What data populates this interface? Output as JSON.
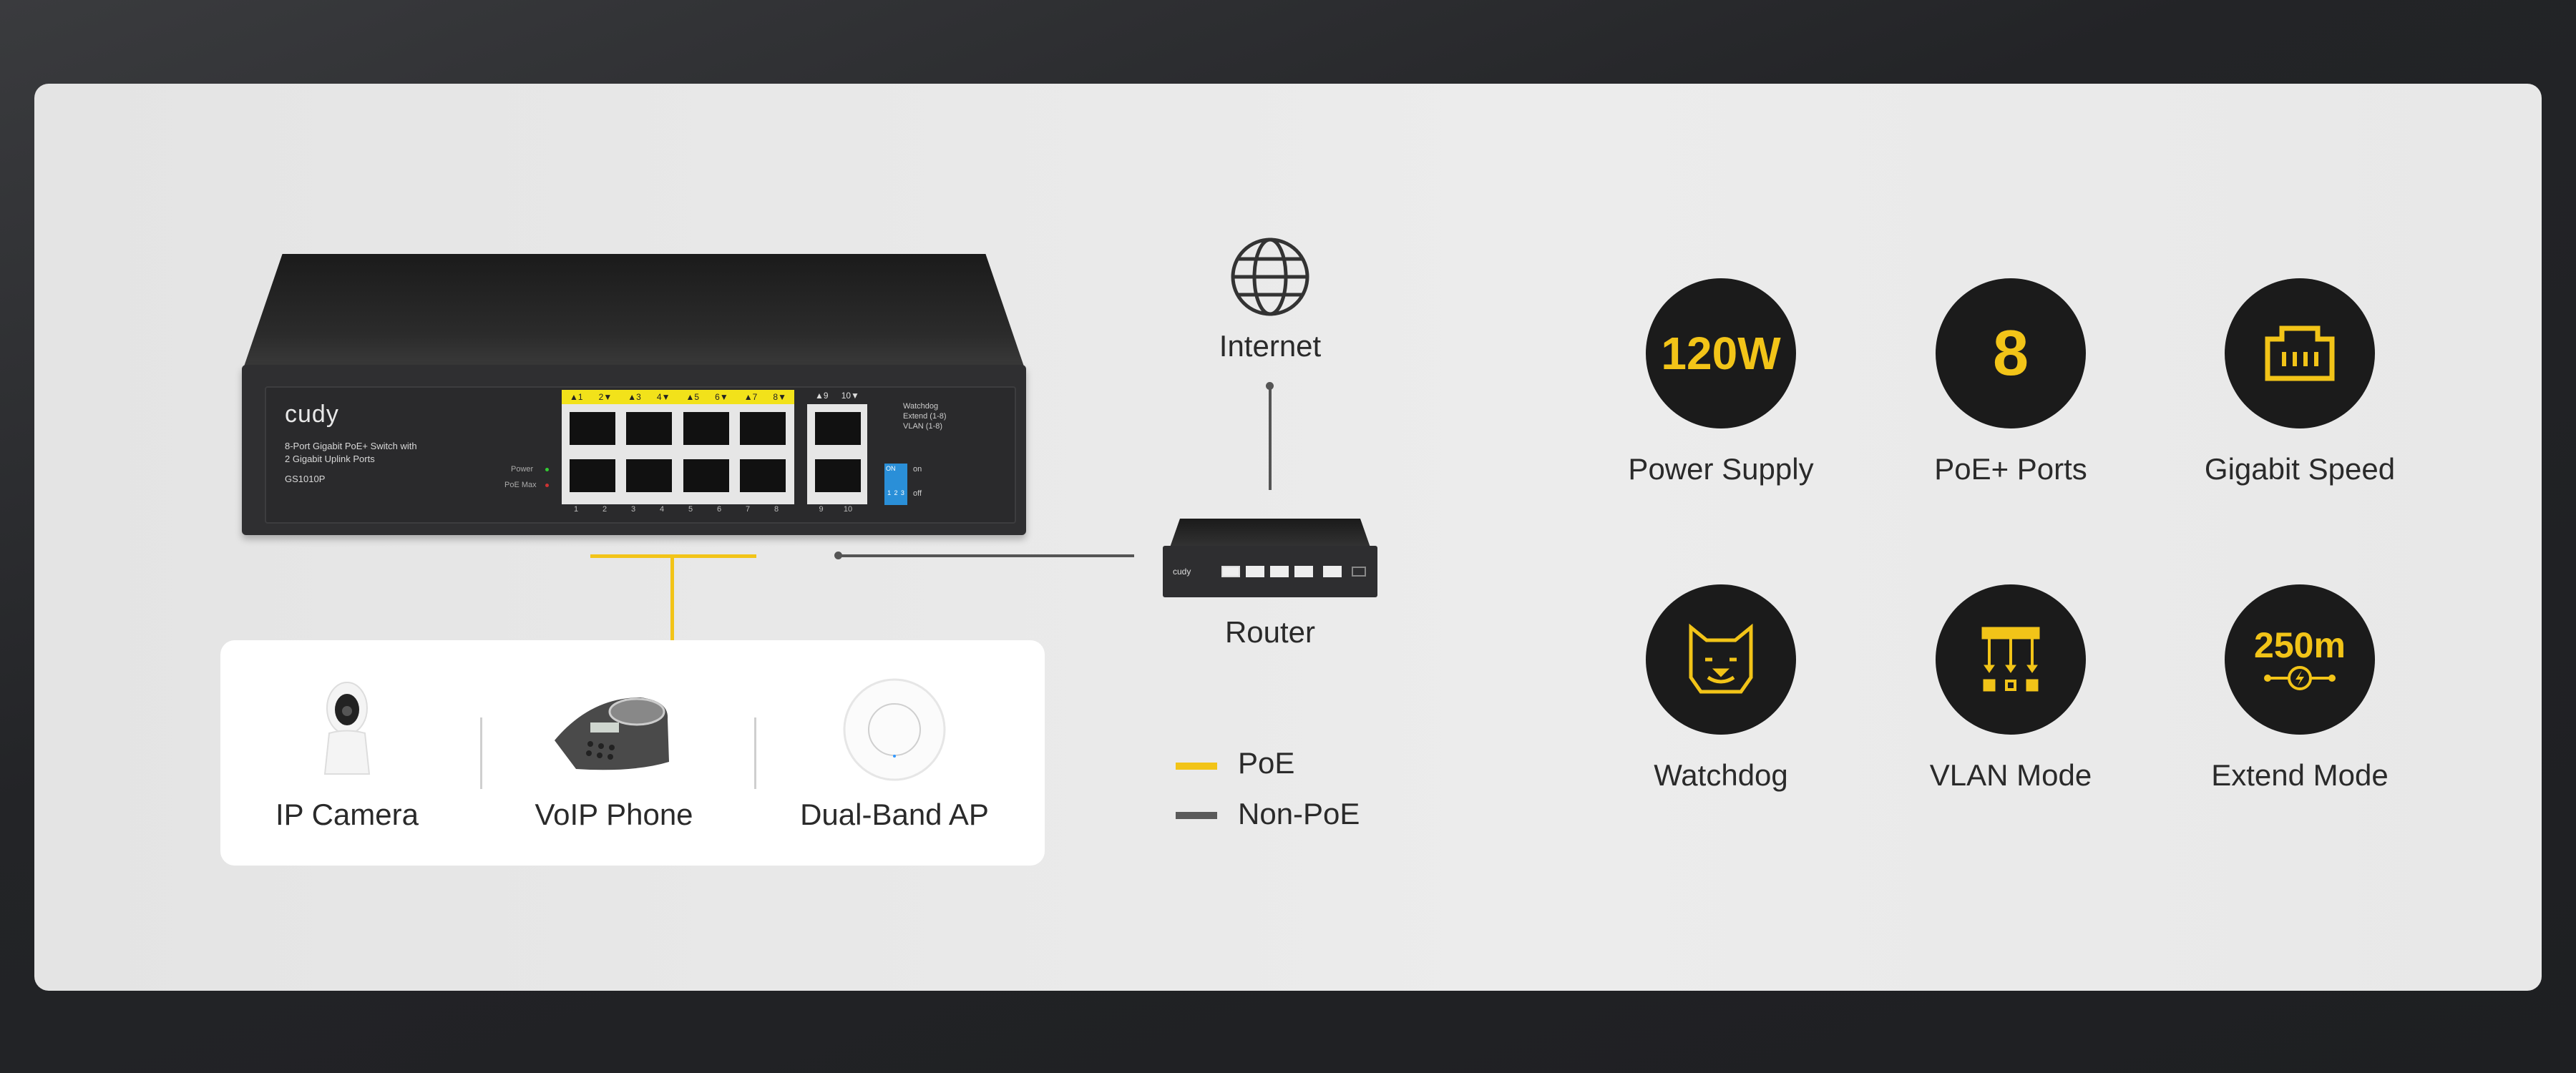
{
  "colors": {
    "poe": "#f2c418",
    "non_poe": "#5a5a5a",
    "feature_bg": "#1b1b1b"
  },
  "switch": {
    "brand": "cudy",
    "description_line1": "8-Port Gigabit PoE+ Switch with",
    "description_line2": "2 Gigabit Uplink Ports",
    "model": "GS1010P",
    "led_power": "Power",
    "led_poe_max": "PoE Max",
    "poe_port_labels": [
      "▲1",
      "2▼",
      "▲3",
      "4▼",
      "▲5",
      "6▼",
      "▲7",
      "8▼"
    ],
    "uplink_port_labels": [
      "▲9",
      "10▼"
    ],
    "bottom_port_numbers": [
      "1",
      "2",
      "3",
      "4",
      "5",
      "6",
      "7",
      "8",
      "9",
      "10"
    ],
    "dip_labels": [
      "Watchdog",
      "Extend (1-8)",
      "VLAN (1-8)"
    ],
    "dip_on": "ON",
    "dip_on_label": "on",
    "dip_off_label": "off",
    "dip_numbers": [
      "1",
      "2",
      "3"
    ]
  },
  "internet": {
    "label": "Internet",
    "icon": "globe-icon"
  },
  "router": {
    "label": "Router",
    "brand": "cudy"
  },
  "devices": [
    {
      "label": "IP Camera",
      "icon": "ip-camera-icon"
    },
    {
      "label": "VoIP Phone",
      "icon": "voip-phone-icon"
    },
    {
      "label": "Dual-Band AP",
      "icon": "access-point-icon"
    }
  ],
  "legend": [
    {
      "label": "PoE"
    },
    {
      "label": "Non-PoE"
    }
  ],
  "features": [
    {
      "value": "120W",
      "label": "Power Supply"
    },
    {
      "value": "8",
      "label": "PoE+ Ports"
    },
    {
      "value": "",
      "label": "Gigabit Speed",
      "icon": "ethernet-port-icon"
    },
    {
      "value": "",
      "label": "Watchdog",
      "icon": "dog-face-icon"
    },
    {
      "value": "",
      "label": "VLAN Mode",
      "icon": "vlan-icon"
    },
    {
      "value": "250m",
      "label": "Extend Mode",
      "icon": "extend-distance-icon"
    }
  ]
}
